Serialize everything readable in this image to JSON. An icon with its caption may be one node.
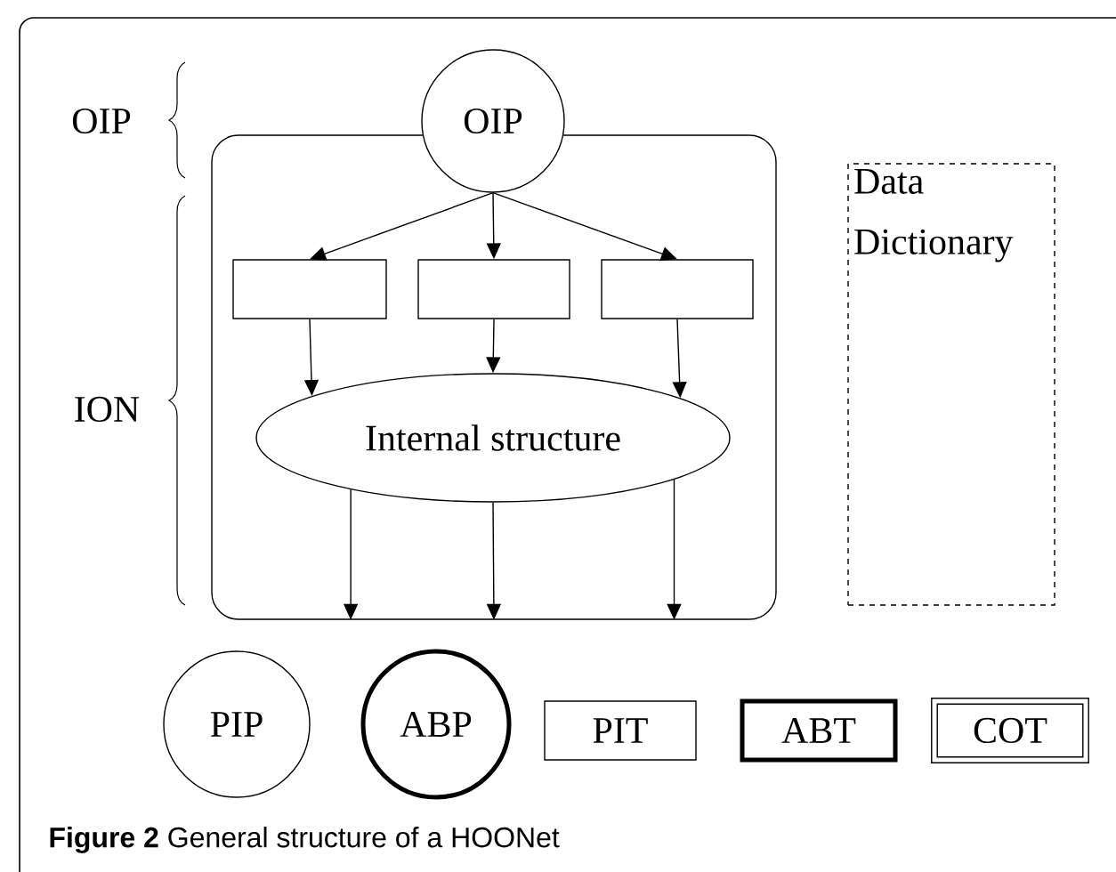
{
  "diagram": {
    "caption": "**Figure 2** General structure of a HOONet",
    "nodes": [
      {
        "text": [
          "OIP"
        ]
      },
      {
        "text": [],
        "shape": "box"
      },
      {
        "text": [],
        "shape": "box",
        "in": 1
      },
      {
        "text": [],
        "shape": "box",
        "in": 1
      },
      {
        "text": [],
        "shape": "box",
        "in": 1
      },
      {
        "text": [
          "Internal structure"
        ],
        "in": 1
      },
      {
        "text": [
          "Data Dictionary"
        ]
      },
      {
        "text": [
          "PIP"
        ]
      },
      {
        "text": [
          "ABP"
        ]
      },
      {
        "text": [
          "PIT"
        ]
      },
      {
        "text": [
          "ABT"
        ]
      },
      {
        "text": [
          "COT"
        ]
      }
    ],
    "edges": [
      {
        "from": 0,
        "to": 2,
        "arrow": "to"
      },
      {
        "from": 0,
        "to": 3,
        "arrow": "to"
      },
      {
        "from": 0,
        "to": 4,
        "arrow": "to"
      },
      {
        "from": 2,
        "to": 5,
        "arrow": "to"
      },
      {
        "from": 3,
        "to": 5,
        "arrow": "to"
      },
      {
        "from": 4,
        "to": 5,
        "arrow": "to"
      },
      {
        "from": 5,
        "to": 1,
        "arrow": "to"
      },
      {
        "from": 5,
        "to": 1,
        "arrow": "to"
      },
      {
        "from": 5,
        "to": 1,
        "arrow": "to"
      }
    ],
    "labels": [
      "OIP",
      "ION"
    ]
  }
}
